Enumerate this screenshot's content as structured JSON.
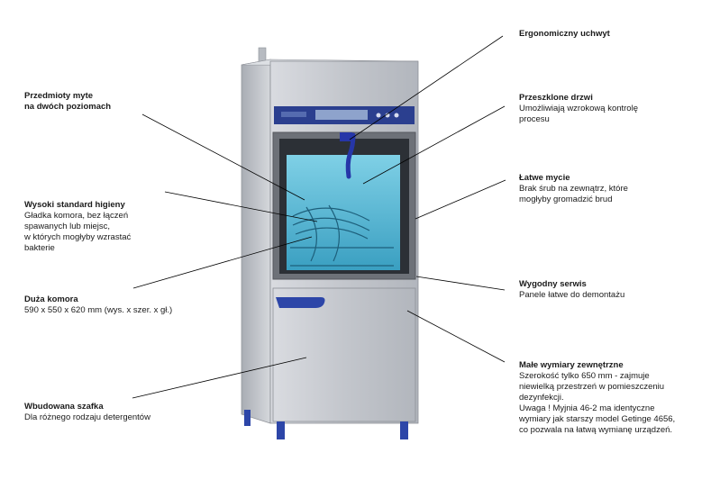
{
  "callouts": {
    "przedmioty": {
      "title_line1": "Przedmioty myte",
      "title_line2": "na dwóch poziomach"
    },
    "higiena": {
      "title": "Wysoki standard higieny",
      "desc": "Gładka komora, bez łączeń\nspawanych lub miejsc,\nw których mogłyby wzrastać\nbakterie"
    },
    "komora": {
      "title": "Duża komora",
      "desc": "590 x 550 x 620 mm (wys. x szer. x gł.)"
    },
    "szafka": {
      "title": "Wbudowana szafka",
      "desc": "Dla różnego rodzaju detergentów"
    },
    "uchwyt": {
      "title": "Ergonomiczny uchwyt"
    },
    "drzwi": {
      "title": "Przeszklone drzwi",
      "desc": "Umożliwiają wzrokową kontrolę\nprocesu"
    },
    "mycie": {
      "title": "Łatwe mycie",
      "desc": "Brak śrub na zewnątrz, które\nmogłyby gromadzić brud"
    },
    "serwis": {
      "title": "Wygodny serwis",
      "desc": "Panele łatwe do demontażu"
    },
    "wymiary": {
      "title": "Małe wymiary zewnętrzne",
      "desc": "Szerokość tylko 650 mm  - zajmuje\nniewielką przestrzeń w pomieszczeniu\ndezynfekcji.\nUwaga ! Myjnia 46-2 ma identyczne\nwymiary jak starszy model Getinge 4656,\nco pozwala na łatwą wymianę urządzeń."
    }
  },
  "colors": {
    "panel_blue": "#2b3f8f",
    "chamber": "#4fb6d4",
    "steel": "#c9ccd2",
    "feet": "#2d46a8"
  }
}
